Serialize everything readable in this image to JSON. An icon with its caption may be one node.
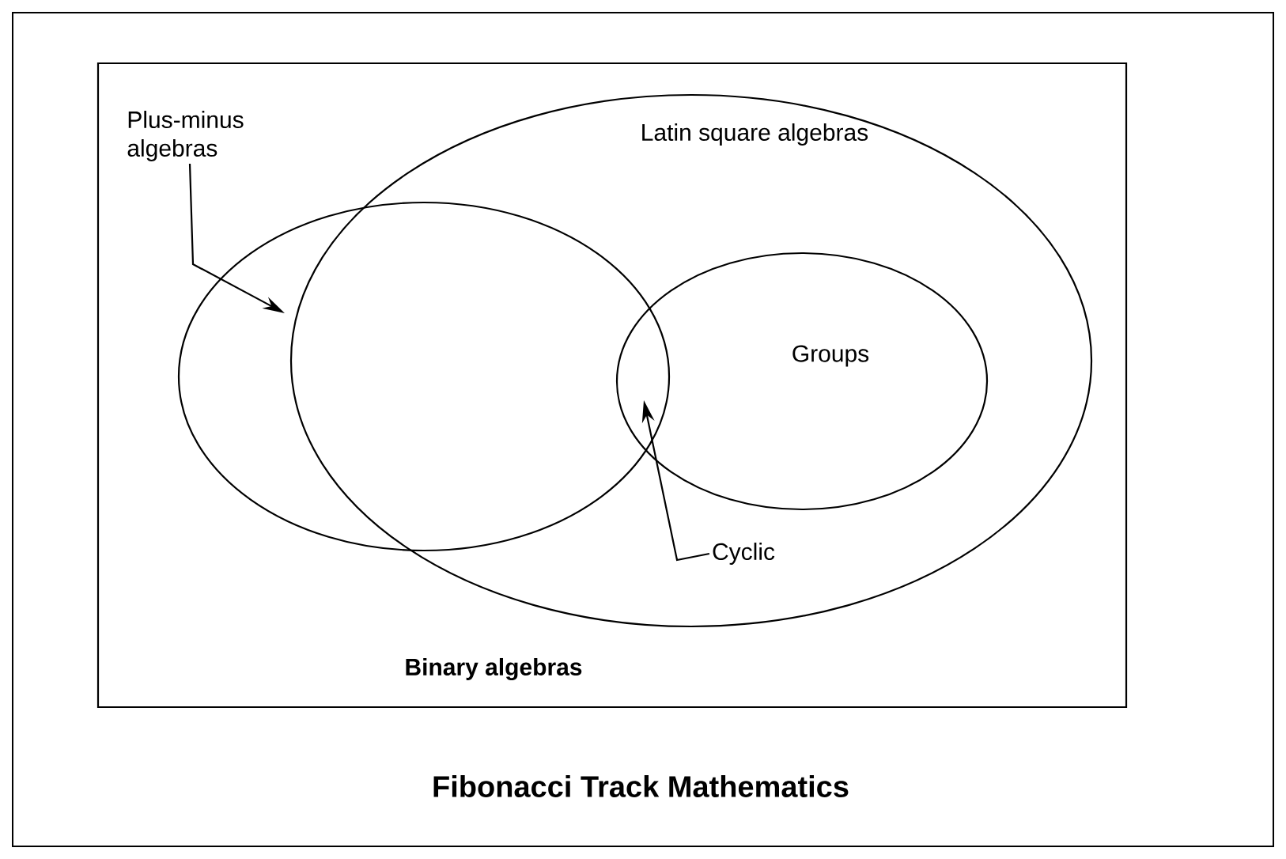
{
  "diagram": {
    "caption": "Fibonacci Track Mathematics",
    "nodes": [
      {
        "text": [
          "Binary algebras"
        ]
      },
      {
        "text": [],
        "shape": "ellipse",
        "in": 0
      },
      {
        "text": [
          "Latin square algebras"
        ],
        "in": 0
      },
      {
        "text": [
          "Groups"
        ],
        "in": 2
      },
      {
        "text": [
          "Plus-minus algebras"
        ],
        "in": 0
      },
      {
        "text": [
          "Cyclic"
        ],
        "in": 2
      }
    ],
    "edges": [
      {
        "from": 4,
        "to": 1,
        "arrow": "to"
      },
      {
        "from": 5,
        "to": 3,
        "arrow": "to"
      }
    ]
  }
}
